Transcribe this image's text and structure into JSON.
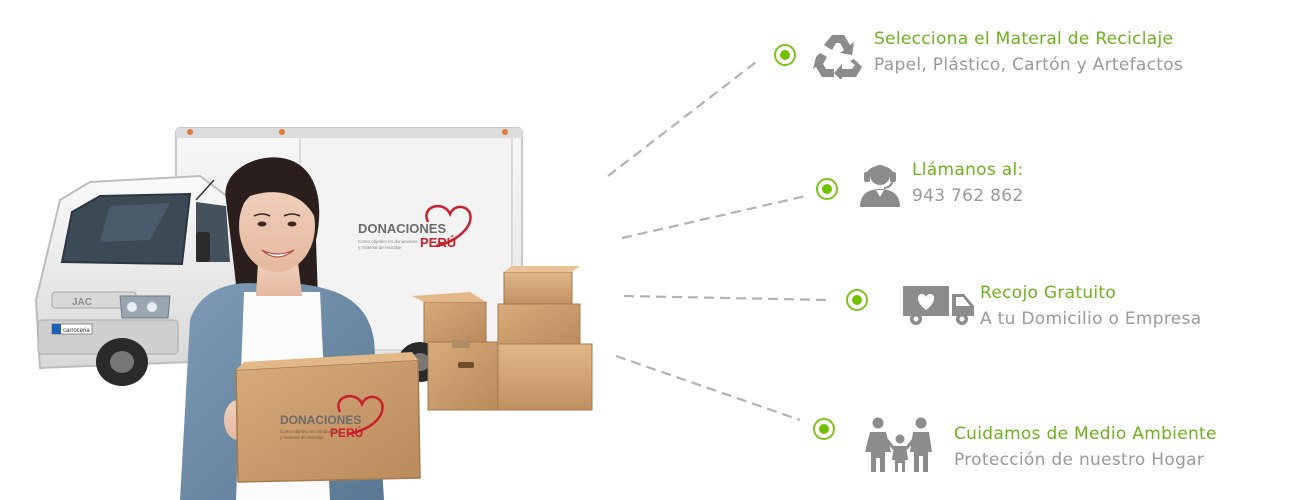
{
  "brand": {
    "name_line1": "DONACIONES",
    "name_line2": "PERÚ",
    "tagline_line1": "Como objetivo en donaciones",
    "tagline_line2": "y material de reciclaje"
  },
  "truck": {
    "make_badge": "JAC",
    "plate_text": "carroceria"
  },
  "features": [
    {
      "title": "Selecciona el Materal de Reciclaje",
      "subtitle": "Papel, Plástico, Cartón y Artefactos",
      "icon": "recycle-icon"
    },
    {
      "title": "Llámanos al:",
      "subtitle": "943 762 862",
      "icon": "headset-agent-icon"
    },
    {
      "title": "Recojo Gratuito",
      "subtitle": "A tu Domicilio o Empresa",
      "icon": "delivery-truck-heart-icon"
    },
    {
      "title": "Cuidamos de Medio Ambiente",
      "subtitle": "Protección de nuestro Hogar",
      "icon": "family-icon"
    }
  ],
  "colors": {
    "accent_green": "#6db31c",
    "text_gray": "#9a9a9a",
    "icon_gray": "#8c8c8c",
    "connector_gray": "#b3b3b3",
    "brand_red": "#c8202c",
    "brand_gray": "#6b6b6b",
    "cardboard": "#c99a6b"
  }
}
